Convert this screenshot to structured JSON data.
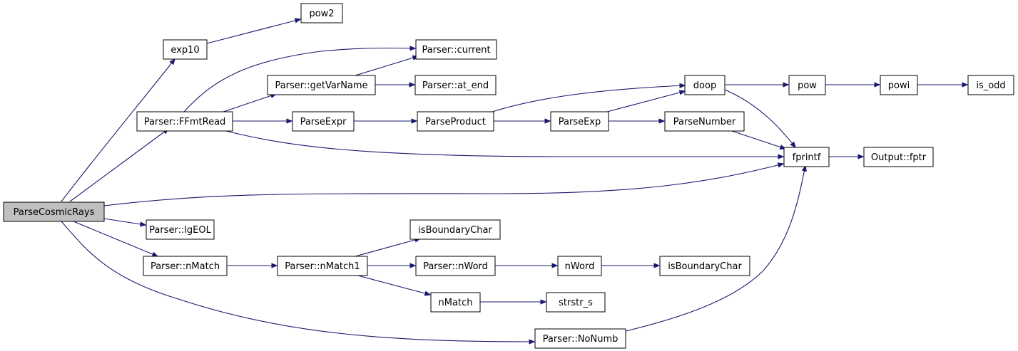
{
  "graph": {
    "type": "call-graph",
    "nodes": {
      "ParseCosmicRays": "ParseCosmicRays",
      "exp10": "exp10",
      "pow2": "pow2",
      "FFmtRead": "Parser::FFmtRead",
      "current": "Parser::current",
      "getVarName": "Parser::getVarName",
      "at_end": "Parser::at_end",
      "ParseExpr": "ParseExpr",
      "ParseProduct": "ParseProduct",
      "ParseExp": "ParseExp",
      "doop": "doop",
      "pow": "pow",
      "powi": "powi",
      "is_odd": "is_odd",
      "ParseNumber": "ParseNumber",
      "fprintf": "fprintf",
      "Output_fptr": "Output::fptr",
      "lgEOL": "Parser::lgEOL",
      "nMatch_parser": "Parser::nMatch",
      "nMatch1": "Parser::nMatch1",
      "isBoundaryChar_1": "isBoundaryChar",
      "nWord_parser": "Parser::nWord",
      "nWord": "nWord",
      "isBoundaryChar_2": "isBoundaryChar",
      "nMatch": "nMatch",
      "strstr_s": "strstr_s",
      "NoNumb": "Parser::NoNumb"
    },
    "root": "ParseCosmicRays",
    "edges": [
      [
        "ParseCosmicRays",
        "exp10"
      ],
      [
        "ParseCosmicRays",
        "FFmtRead"
      ],
      [
        "ParseCosmicRays",
        "fprintf"
      ],
      [
        "ParseCosmicRays",
        "lgEOL"
      ],
      [
        "ParseCosmicRays",
        "nMatch_parser"
      ],
      [
        "ParseCosmicRays",
        "NoNumb"
      ],
      [
        "exp10",
        "pow2"
      ],
      [
        "FFmtRead",
        "current"
      ],
      [
        "FFmtRead",
        "getVarName"
      ],
      [
        "FFmtRead",
        "ParseExpr"
      ],
      [
        "FFmtRead",
        "fprintf"
      ],
      [
        "getVarName",
        "current"
      ],
      [
        "getVarName",
        "at_end"
      ],
      [
        "ParseExpr",
        "ParseProduct"
      ],
      [
        "ParseProduct",
        "doop"
      ],
      [
        "ParseProduct",
        "ParseExp"
      ],
      [
        "ParseExp",
        "doop"
      ],
      [
        "ParseExp",
        "ParseNumber"
      ],
      [
        "doop",
        "pow"
      ],
      [
        "doop",
        "fprintf"
      ],
      [
        "pow",
        "powi"
      ],
      [
        "powi",
        "is_odd"
      ],
      [
        "ParseNumber",
        "fprintf"
      ],
      [
        "fprintf",
        "Output_fptr"
      ],
      [
        "nMatch_parser",
        "nMatch1"
      ],
      [
        "nMatch1",
        "isBoundaryChar_1"
      ],
      [
        "nMatch1",
        "nWord_parser"
      ],
      [
        "nMatch1",
        "nMatch"
      ],
      [
        "nWord_parser",
        "nWord"
      ],
      [
        "nWord",
        "isBoundaryChar_2"
      ],
      [
        "nMatch",
        "strstr_s"
      ],
      [
        "NoNumb",
        "fprintf"
      ]
    ],
    "colors": {
      "edge": "#191970",
      "root_fill": "#bfbfbf",
      "node_fill": "#ffffff",
      "node_border": "#000000"
    }
  }
}
